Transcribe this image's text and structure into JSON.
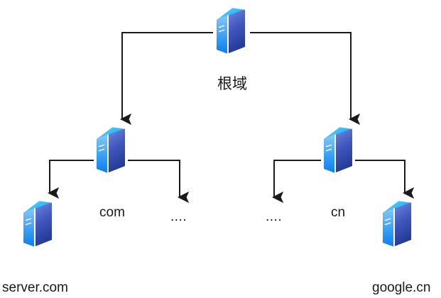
{
  "diagram": {
    "type": "dns-hierarchy-tree",
    "background_color": "#ffffff",
    "line_color": "#1a1a1a",
    "text_color": "#1a1a1a",
    "icon": {
      "name": "server-icon",
      "left_face_top_color": "#7fc4f7",
      "left_face_bottom_color": "#0a7ef0",
      "right_face_top_color": "#5f7fd8",
      "right_face_bottom_color": "#2a3f9e",
      "top_face_color": "#2ec2f9",
      "top_face_highlight": "#cfeefc",
      "detail_mark_color": "#ffffff"
    },
    "nodes": [
      {
        "id": "root",
        "label": "根域",
        "icon": "server-icon",
        "level": 0
      },
      {
        "id": "com",
        "label": "com",
        "icon": "server-icon",
        "level": 1
      },
      {
        "id": "cn",
        "label": "cn",
        "icon": "server-icon",
        "level": 1
      },
      {
        "id": "com-others",
        "label": "....",
        "icon": null,
        "level": 2
      },
      {
        "id": "cn-others",
        "label": "....",
        "icon": null,
        "level": 2
      },
      {
        "id": "server-com",
        "label": "server.com",
        "icon": "server-icon",
        "level": 2
      },
      {
        "id": "google-cn",
        "label": "google.cn",
        "icon": "server-icon",
        "level": 2
      }
    ],
    "edges": [
      {
        "from": "root",
        "to": "com"
      },
      {
        "from": "root",
        "to": "cn"
      },
      {
        "from": "com",
        "to": "server-com"
      },
      {
        "from": "com",
        "to": "com-others"
      },
      {
        "from": "cn",
        "to": "cn-others"
      },
      {
        "from": "cn",
        "to": "google-cn"
      }
    ]
  }
}
